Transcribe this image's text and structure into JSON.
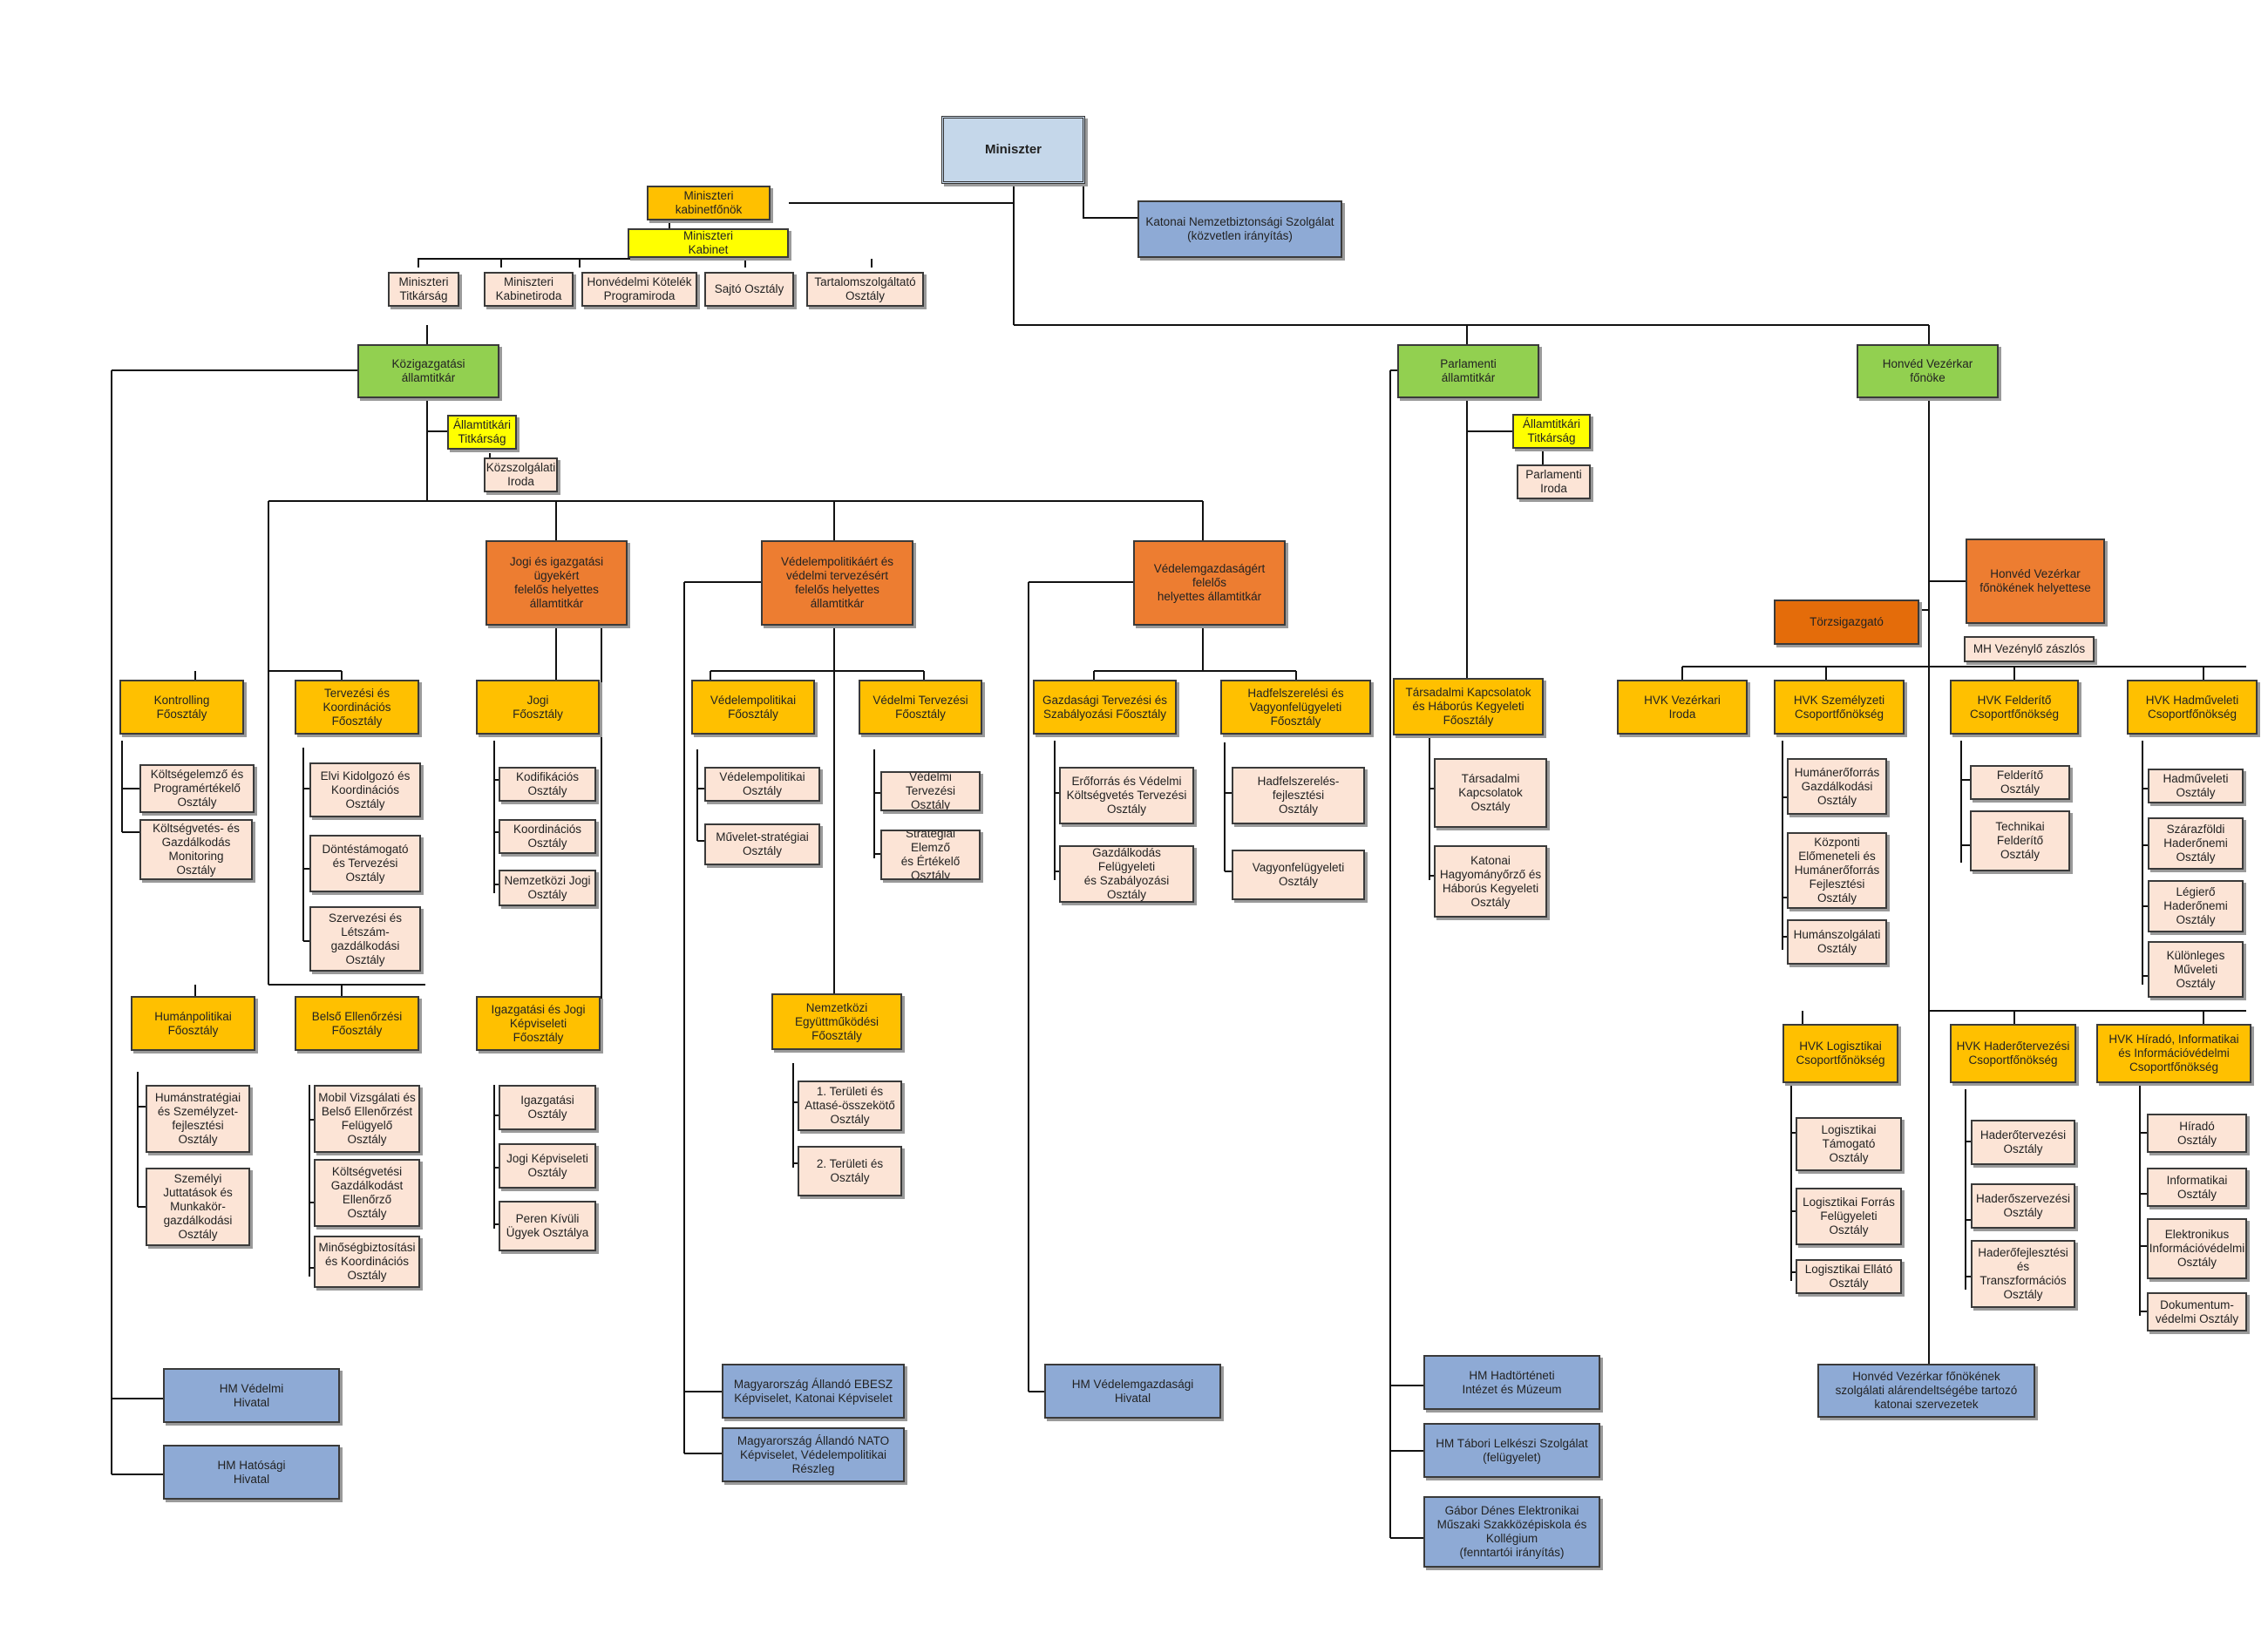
{
  "top": {
    "minister": "Miniszter",
    "kns": "Katonai Nemzetbiztonsági Szolgálat\n(közvetlen irányítás)"
  },
  "cabinet": {
    "chief": "Miniszteri\nkabinetfőnök",
    "cabinet": "Miniszteri\nKabinet",
    "units": [
      "Miniszteri\nTitkárság",
      "Miniszteri\nKabinetiroda",
      "Honvédelmi Kötelék\nProgramiroda",
      "Sajtó Osztály",
      "Tartalomszolgáltató\nOsztály"
    ]
  },
  "kozig": {
    "head": "Közigazgatási\nállamtitkár",
    "secretariat": "Államtitkári\nTitkárság",
    "office": "Közszolgálati\nIroda",
    "kontrolling": "Kontrolling\nFőosztály",
    "kontrolling_units": [
      "Költségelemző és\nProgramértékelő\nOsztály",
      "Költségvetés- és\nGazdálkodás\nMonitoring\nOsztály"
    ],
    "tervezesi": "Tervezési és\nKoordinációs\nFőosztály",
    "tervezesi_units": [
      "Elvi Kidolgozó és\nKoordinációs\nOsztály",
      "Döntéstámogató\nés Tervezési\nOsztály",
      "Szervezési és\nLétszám-\ngazdálkodási\nOsztály"
    ],
    "human": "Humánpolitikai\nFőosztály",
    "human_units": [
      "Humánstratégiai\nés Személyzet-\nfejlesztési\nOsztály",
      "Személyi\nJuttatások és\nMunkakör-\ngazdálkodási\nOsztály"
    ],
    "belso": "Belső Ellenőrzési\nFőosztály",
    "belso_units": [
      "Mobil Vizsgálati és\nBelső Ellenőrzést\nFelügyelő\nOsztály",
      "Költségvetési\nGazdálkodást\nEllenőrző\nOsztály",
      "Minőségbiztosítási\nés Koordinációs\nOsztály"
    ],
    "jogi_deputy": "Jogi és igazgatási\nügyekért\nfelelős helyettes\nállamtitkár",
    "jogi": "Jogi\nFőosztály",
    "jogi_units": [
      "Kodifikációs\nOsztály",
      "Koordinációs\nOsztály",
      "Nemzetközi Jogi\nOsztály"
    ],
    "igazgatasi": "Igazgatási és Jogi\nKépviseleti\nFőosztály",
    "igazgatasi_units": [
      "Igazgatási\nOsztály",
      "Jogi Képviseleti\nOsztály",
      "Peren Kívüli\nÜgyek Osztálya"
    ],
    "vedpol_deputy": "Védelempolitikáért és\nvédelmi tervezésért\nfelelős helyettes\nállamtitkár",
    "vedpol": "Védelempolitikai\nFőosztály",
    "vedpol_units": [
      "Védelempolitikai\nOsztály",
      "Művelet-stratégiai\nOsztály"
    ],
    "vedterv": "Védelmi Tervezési\nFőosztály",
    "vedterv_units": [
      "Védelmi Tervezési\nOsztály",
      "Stratégiai Elemző\nés Értékelő\nOsztály"
    ],
    "nemzetkozi": "Nemzetközi\nEgyüttműködési\nFőosztály",
    "nemzetkozi_units": [
      "1. Területi és\nAttasé-összekötő\nOsztály",
      "2. Területi és\nOsztály"
    ],
    "vedgazd_deputy": "Védelemgazdaságért\nfelelős\nhelyettes államtitkár",
    "gazdasagi": "Gazdasági Tervezési és\nSzabályozási Főosztály",
    "gazdasagi_units": [
      "Erőforrás és Védelmi\nKöltségvetés Tervezési\nOsztály",
      "Gazdálkodás Felügyeleti\nés Szabályozási\nOsztály"
    ],
    "hadfel": "Hadfelszerelési és\nVagyonfelügyeleti\nFőosztály",
    "hadfel_units": [
      "Hadfelszerelés-\nfejlesztési\nOsztály",
      "Vagyonfelügyeleti\nOsztály"
    ],
    "blue": [
      "HM Védelmi\nHivatal",
      "HM Hatósági\nHivatal",
      "Magyarország Állandó EBESZ\nKépviselet, Katonai Képviselet",
      "Magyarország Állandó NATO\nKépviselet, Védelempolitikai\nRészleg",
      "HM Védelemgazdasági\nHivatal"
    ]
  },
  "parl": {
    "head": "Parlamenti\nállamtitkár",
    "secretariat": "Államtitkári\nTitkárság",
    "office": "Parlamenti\nIroda",
    "tarsadalmi": "Társadalmi Kapcsolatok\nés Háborús Kegyeleti\nFőosztály",
    "tarsadalmi_units": [
      "Társadalmi\nKapcsolatok\nOsztály",
      "Katonai\nHagyományőrző és\nHáborús Kegyeleti\nOsztály"
    ],
    "blue": [
      "HM Hadtörténeti\nIntézet és Múzeum",
      "HM Tábori Lelkészi Szolgálat\n(felügyelet)",
      "Gábor Dénes Elektronikai\nMűszaki Szakközépiskola és\nKollégium\n(fenntartói irányítás)"
    ]
  },
  "hvk": {
    "head": "Honvéd Vezérkar\nfőnöke",
    "deputy": "Honvéd Vezérkar\nfőnökének helyettese",
    "torzs": "Törzsigazgató",
    "zaszlos": "MH Vezénylő zászlós",
    "iroda": "HVK Vezérkari\nIroda",
    "szemelyzeti": "HVK Személyzeti\nCsoportfőnökség",
    "szemelyzeti_units": [
      "Humánerőforrás\nGazdálkodási\nOsztály",
      "Központi\nElőmeneteli és\nHumánerőforrás\nFejlesztési\nOsztály",
      "Humánszolgálati\nOsztály"
    ],
    "felderito": "HVK Felderítő\nCsoportfőnökség",
    "felderito_units": [
      "Felderítő\nOsztály",
      "Technikai\nFelderítő\nOsztály"
    ],
    "hadmuveleti": "HVK Hadműveleti\nCsoportfőnökség",
    "hadmuveleti_units": [
      "Hadműveleti\nOsztály",
      "Szárazföldi\nHaderőnemi\nOsztály",
      "Légierő\nHaderőnemi\nOsztály",
      "Különleges\nMűveleti\nOsztály"
    ],
    "logisztikai": "HVK Logisztikai\nCsoportfőnökség",
    "logisztikai_units": [
      "Logisztikai\nTámogató\nOsztály",
      "Logisztikai Forrás\nFelügyeleti\nOsztály",
      "Logisztikai Ellátó\nOsztály"
    ],
    "haderoterv": "HVK Haderőtervezési\nCsoportfőnökség",
    "haderoterv_units": [
      "Haderőtervezési\nOsztály",
      "Haderőszervezési\nOsztály",
      "Haderőfejlesztési\nés\nTranszformációs\nOsztály"
    ],
    "hirado": "HVK Híradó, Informatikai\nés Információvédelmi\nCsoportfőnökség",
    "hirado_units": [
      "Híradó\nOsztály",
      "Informatikai\nOsztály",
      "Elektronikus\nInformációvédelmi\nOsztály",
      "Dokumentum-\nvédelmi Osztály"
    ],
    "blue": "Honvéd Vezérkar főnökének\nszolgálati alárendeltségébe tartozó\nkatonai szervezetek"
  }
}
